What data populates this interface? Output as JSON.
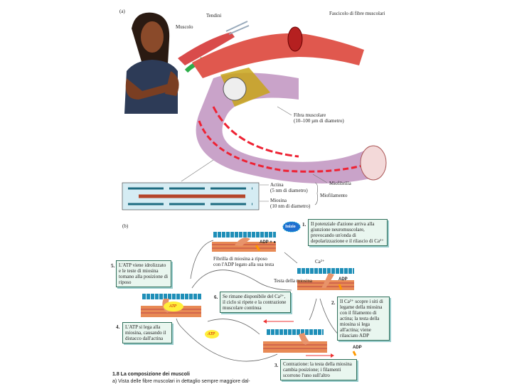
{
  "part_a": {
    "label": "(a)",
    "tendini": "Tendini",
    "muscolo": "Muscolo",
    "fascicolo": "Fascicolo di fibre muscolari",
    "fibra_1": "Fibra muscolare",
    "fibra_2": "(10–100 µm di diametro)",
    "miofibrilla": "Miofibrilla",
    "actina_1": "Actina",
    "actina_2": "(5 nm di diametro)",
    "miosina_1": "Miosina",
    "miosina_2": "(10 nm di diametro)",
    "miofilamento": "Miofilamento"
  },
  "part_b": {
    "label": "(b)",
    "start_badge": "Inizio",
    "steps": [
      {
        "n": "1.",
        "text": "Il potenziale d'azione arriva alla giunzione neuromuscolare, provocando un'onda di depolarizzazione e il rilascio di Ca²⁺"
      },
      {
        "n": "2.",
        "text": "Il Ca²⁺ scopre i siti di legame della miosina con il filamento di actina; la testa della miosina si lega all'actina; viene rilasciato ADP"
      },
      {
        "n": "3.",
        "text": "Contrazione: la testa della miosina cambia posizione; i filamenti scorrono l'uno sull'altro"
      },
      {
        "n": "4.",
        "text": "L'ATP si lega alla miosina, causando il distacco dall'actina"
      },
      {
        "n": "5.",
        "text": "L'ATP viene idrolizzato e le teste di miosina tornano alla posizione di riposo"
      },
      {
        "n": "6.",
        "text": "Se rimane disponibile del Ca²⁺, il ciclo si ripete e la contrazione muscolare continua"
      }
    ],
    "rest_caption_1": "Fibrilla di miosina a riposo",
    "rest_caption_2": "con l'ADP legato alla sua testa",
    "adp_p": "ADP + ●",
    "ca": "Ca²⁺",
    "testa": "Testa della miosina",
    "adp": "ADP",
    "atp": "ATP"
  },
  "caption": {
    "title": "1.8   La composizione dei muscoli",
    "text": "a) Vista delle fibre muscolari in dettaglio sempre maggiore dal-"
  }
}
